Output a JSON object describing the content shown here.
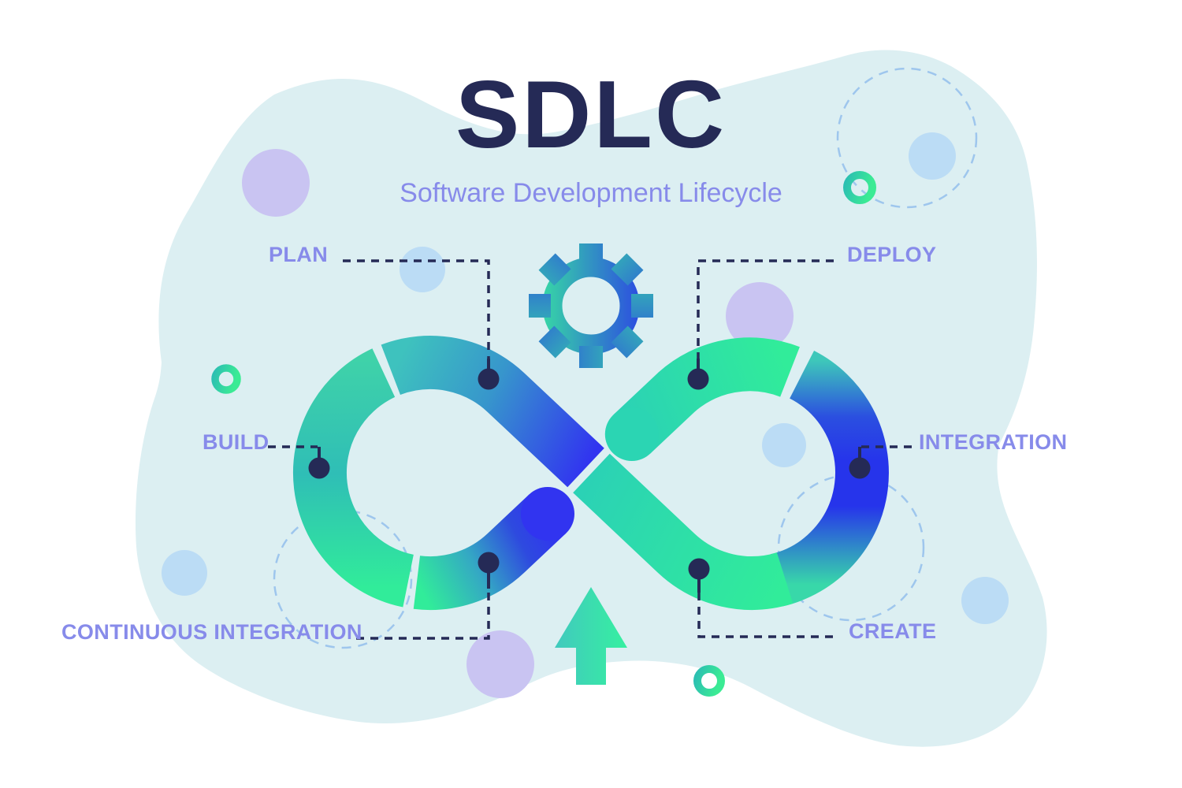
{
  "title": "SDLC",
  "subtitle": "Software Development Lifecycle",
  "stages": {
    "plan": "PLAN",
    "deploy": "DEPLOY",
    "build": "BUILD",
    "integration": "INTEGRATION",
    "continuous_integration": "CONTINUOUS INTEGRATION",
    "create": "CREATE"
  },
  "icons": {
    "center_icon": "gear-icon",
    "bottom_icon": "up-arrow-icon",
    "main_shape": "infinity-loop"
  },
  "colors": {
    "navy": "#252A56",
    "periwinkle": "#878BEA",
    "blob": "#DCEFF2",
    "light_blue": "#BBDCF5",
    "lavender": "#C9C4F2",
    "dashed_circle_blue": "#9EC6ED",
    "loop_green": "#31EC9A",
    "loop_teal": "#2BD2B5",
    "loop_blue": "#3134F0",
    "loop_deep_blue": "#2634EB",
    "gear_green": "#38E89E",
    "gear_blue": "#2B3CE8",
    "arrow_teal": "#41C9BE",
    "arrow_green": "#36F0A0"
  }
}
